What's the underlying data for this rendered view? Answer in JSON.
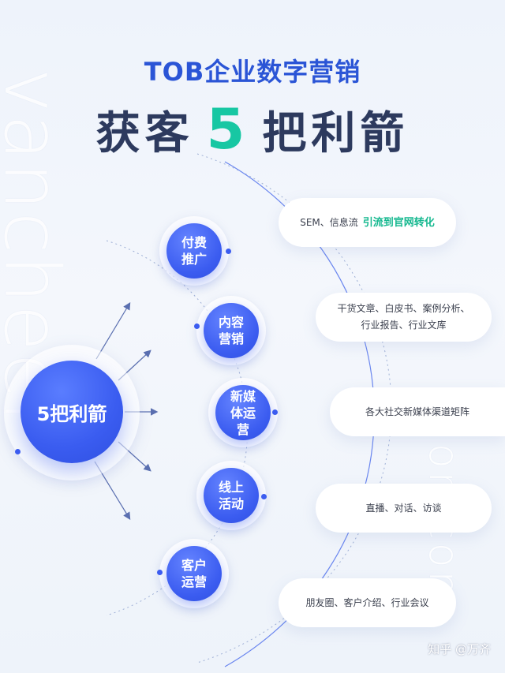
{
  "watermark": {
    "left": "vancheer",
    "right": "on.com"
  },
  "title": {
    "line1": "TOB企业数字营销",
    "line2_prefix": "获客",
    "line2_number": "5",
    "line2_suffix": "把利箭"
  },
  "hub": {
    "label": "5把利箭"
  },
  "nodes": [
    {
      "label": "付费推广",
      "description": "SEM、信息流",
      "highlight": "引流到官网转化"
    },
    {
      "label": "内容营销",
      "description": "干货文章、白皮书、案例分析、行业报告、行业文库"
    },
    {
      "label": "新媒体运营",
      "description": "各大社交新媒体渠道矩阵"
    },
    {
      "label": "线上活动",
      "description": "直播、对话、访谈"
    },
    {
      "label": "客户运营",
      "description": "朋友圈、客户介绍、行业会议"
    }
  ],
  "credit": "知乎 @万齐",
  "colors": {
    "primary": "#3b5cf0",
    "accent": "#17c7a3",
    "title_dark": "#2d3a5e",
    "title_blue": "#2b55d6"
  }
}
